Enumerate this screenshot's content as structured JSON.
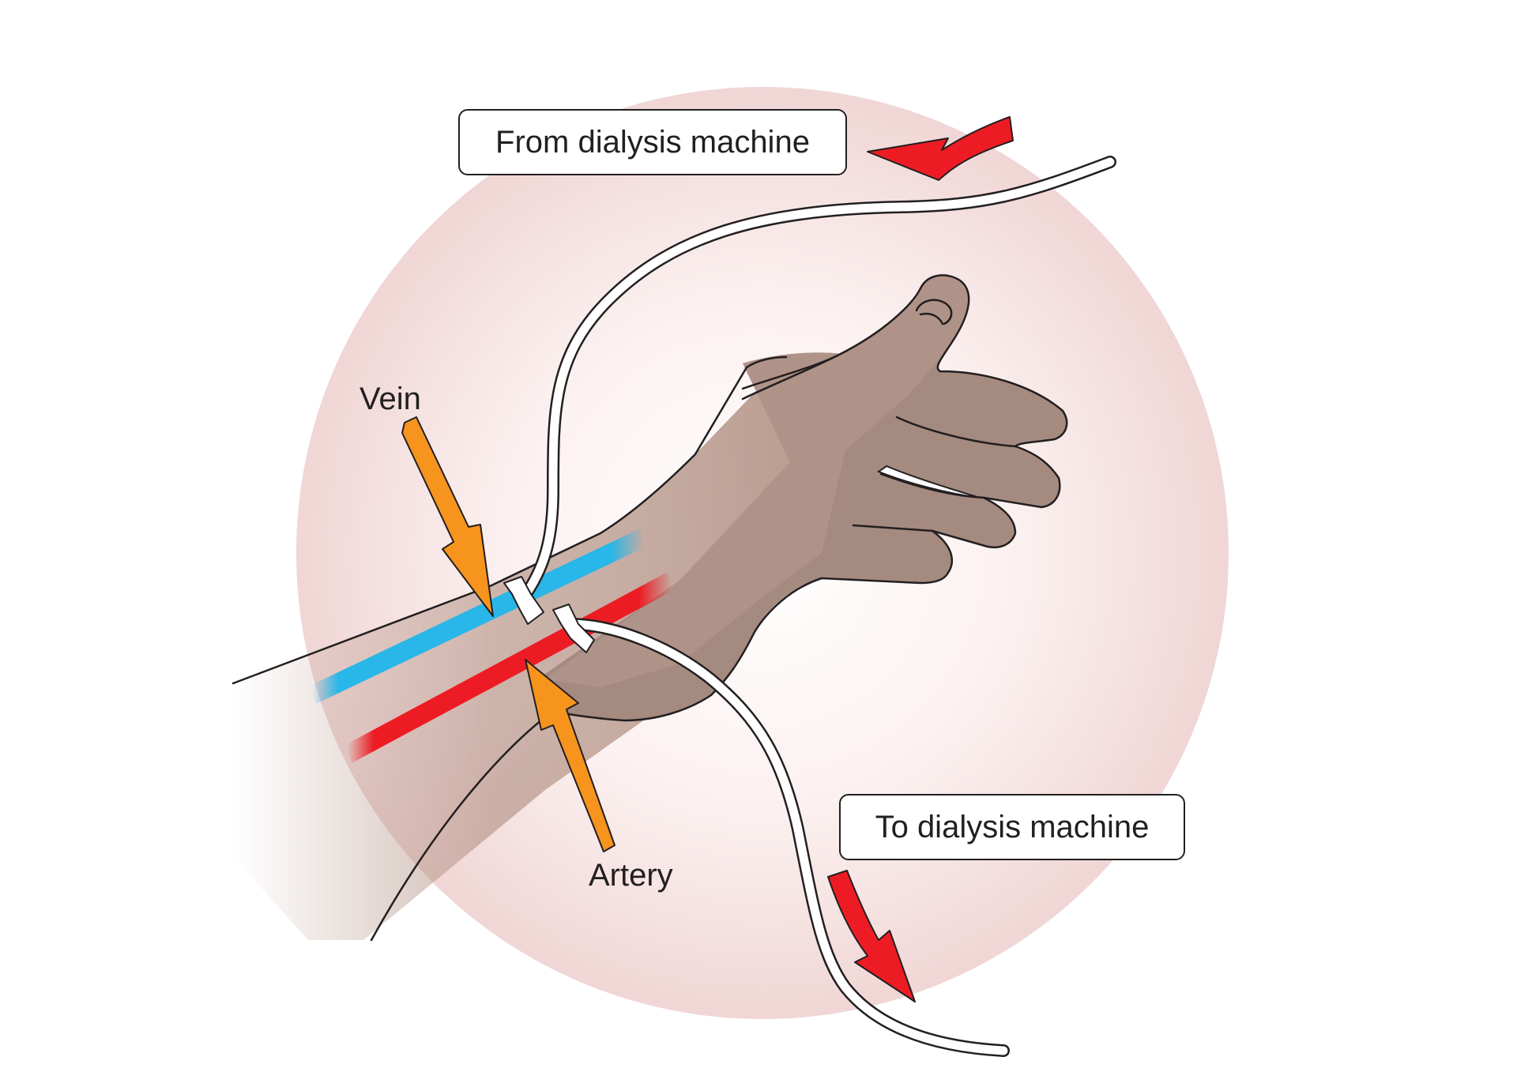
{
  "labels": {
    "from_machine": "From dialysis machine",
    "to_machine": "To dialysis machine",
    "vein": "Vein",
    "artery": "Artery"
  },
  "colors": {
    "background_circle": "#f3dcdb",
    "skin": "#b08e80",
    "skin_shadow": "#9e7b6f",
    "vein": "#29b6e8",
    "artery": "#ed1c24",
    "pointer_arrow": "#f7941d",
    "flow_arrow": "#ed1c24",
    "outline": "#231f20"
  },
  "icons": {
    "vein_pointer": "orange-arrow-icon",
    "artery_pointer": "orange-arrow-icon",
    "inflow_arrow": "red-curved-arrow-icon",
    "outflow_arrow": "red-curved-arrow-icon"
  }
}
